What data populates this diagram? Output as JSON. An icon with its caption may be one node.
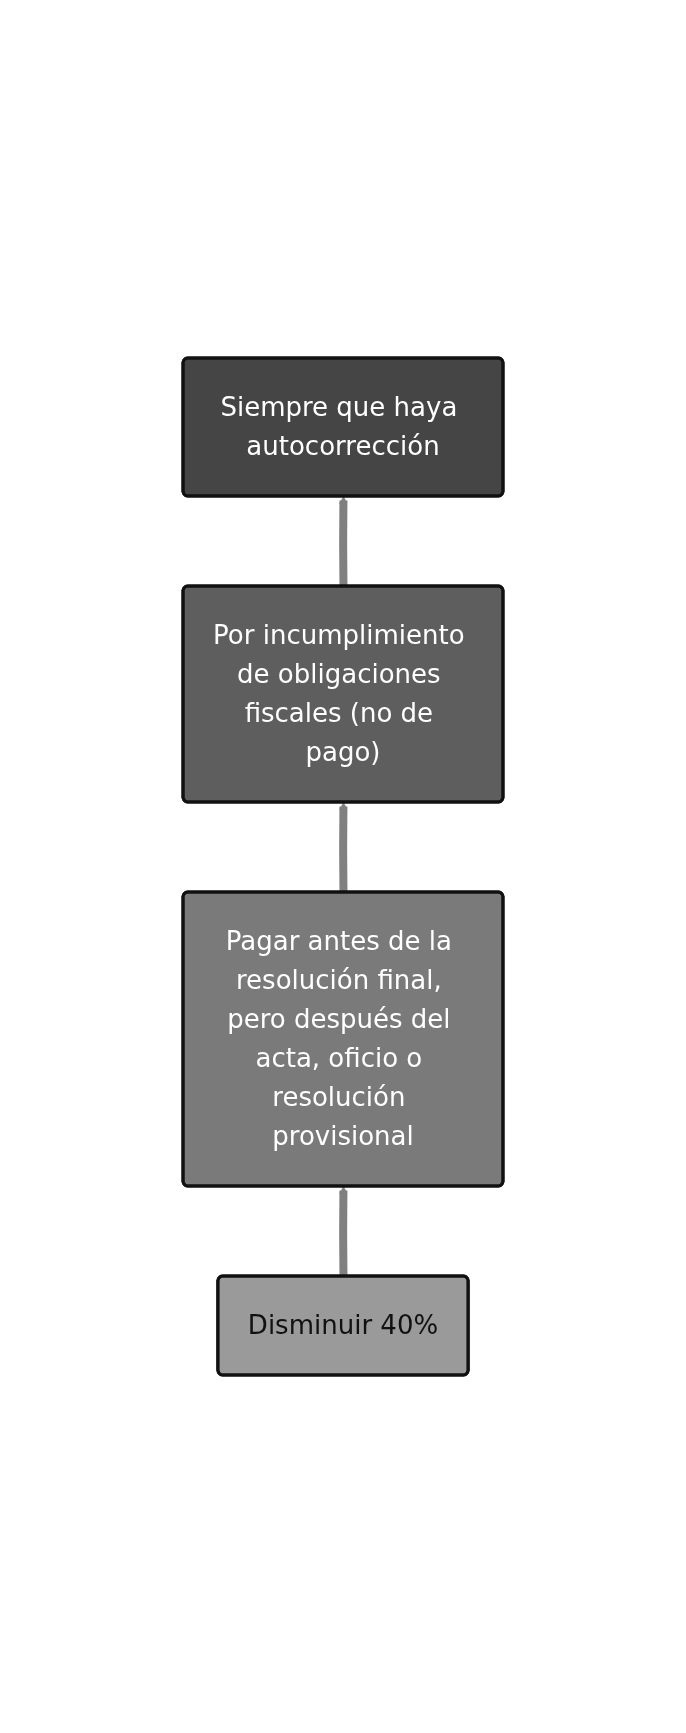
{
  "diagram": {
    "nodes": [
      {
        "text": [
          "Disminuir 40%"
        ]
      },
      {
        "text": [
          "Pagar antes de la resolución final, pero después del acta, oficio o resolución provisional"
        ]
      },
      {
        "text": [
          "Por incumplimiento de obligaciones fiscales (no de pago)"
        ]
      },
      {
        "text": [
          "Siempre que haya autocorrección"
        ]
      }
    ],
    "edges": [
      {
        "from": 0,
        "to": 1,
        "arrow": "to"
      },
      {
        "from": 1,
        "to": 2,
        "arrow": "to"
      },
      {
        "from": 2,
        "to": 3,
        "arrow": "to"
      }
    ]
  }
}
